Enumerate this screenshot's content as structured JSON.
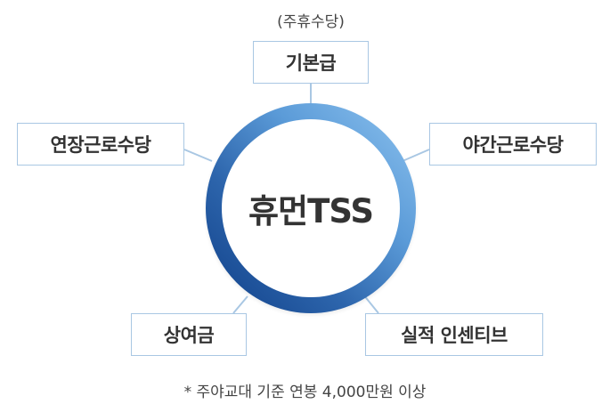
{
  "center": {
    "label": "휴먼TSS"
  },
  "nodes": {
    "basic_pay": {
      "label": "기본급",
      "note": "(주휴수당)"
    },
    "night_allowance": {
      "label": "야간근로수당"
    },
    "overtime_allowance": {
      "label": "연장근로수당"
    },
    "bonus": {
      "label": "상여금"
    },
    "incentive": {
      "label": "실적 인센티브"
    }
  },
  "footnote": "* 주야교대 기준 연봉 4,000만원 이상",
  "colors": {
    "ring_light": "#8ec3ef",
    "ring_dark": "#0f3f88",
    "box_border": "#a9c7e3",
    "connector": "#a9c7e3",
    "text": "#333333"
  }
}
